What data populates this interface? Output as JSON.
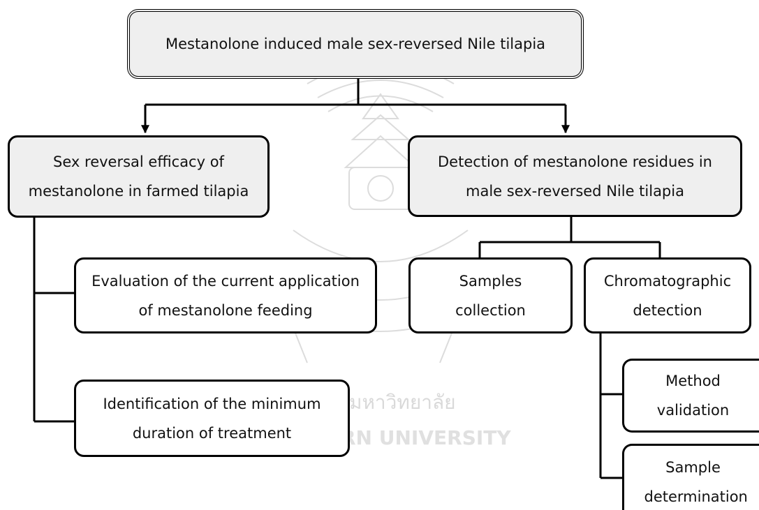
{
  "root": {
    "label": "Mestanolone induced male sex-reversed Nile tilapia"
  },
  "left_branch": {
    "title": "Sex reversal efficacy of mestanolone in farmed tilapia",
    "children": [
      {
        "label": "Evaluation of the current application of mestanolone feeding"
      },
      {
        "label": "Identification of the minimum duration of treatment"
      }
    ]
  },
  "right_branch": {
    "title": "Detection of mestanolone residues in male sex-reversed Nile tilapia",
    "children": [
      {
        "label": "Samples collection"
      },
      {
        "label": "Chromatographic detection",
        "children": [
          {
            "label": "Method validation"
          },
          {
            "label": "Sample determination"
          }
        ]
      }
    ]
  },
  "watermark": {
    "text": "มหาวิทยาลัย",
    "text_en": "RN UNIVERSITY"
  },
  "colors": {
    "box_fill": "#ffffff",
    "shaded_fill": "#efefef",
    "stroke": "#000000",
    "watermark": "#d9d9d9"
  }
}
